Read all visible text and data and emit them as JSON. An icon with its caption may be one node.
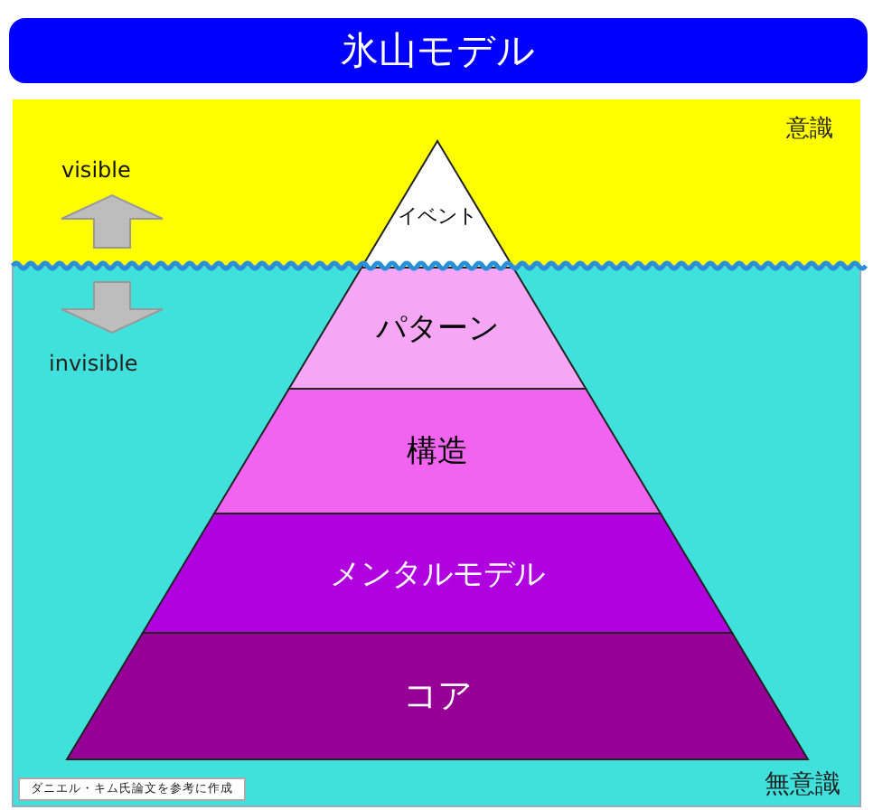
{
  "diagram": {
    "title": "氷山モデル",
    "nodes": [
      {
        "text": [
          "イベント"
        ]
      },
      {
        "text": [
          "パターン"
        ]
      },
      {
        "text": [
          "構造"
        ]
      },
      {
        "text": [
          "メンタルモデル"
        ]
      },
      {
        "text": [
          "コア"
        ]
      }
    ],
    "labels": [
      "意識",
      "visible",
      "invisible",
      "無意識",
      "ダニエル・キム氏論文を参考に作成"
    ]
  }
}
